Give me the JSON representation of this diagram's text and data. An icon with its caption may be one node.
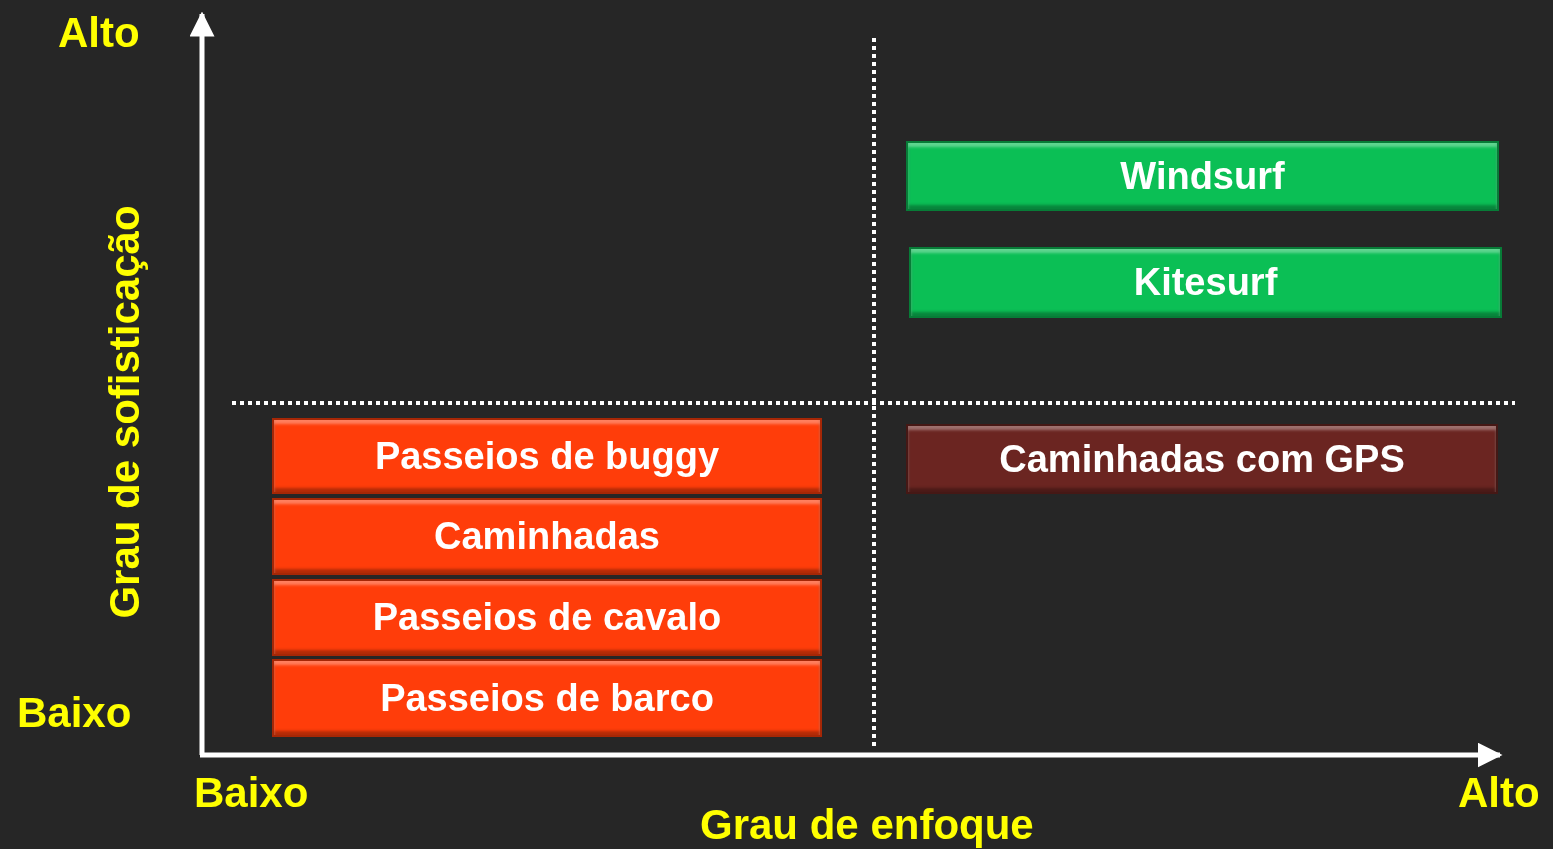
{
  "diagram": {
    "nodes": [
      {
        "text": [
          "Windsurf"
        ]
      },
      {
        "text": [
          "Kitesurf"
        ]
      },
      {
        "text": [
          "Passeios de buggy"
        ]
      },
      {
        "text": [
          "Caminhadas com GPS"
        ]
      },
      {
        "text": [
          "Caminhadas"
        ]
      },
      {
        "text": [
          "Passeios de cavalo"
        ]
      },
      {
        "text": [
          "Passeios de barco"
        ]
      }
    ],
    "labels": [
      "Alto",
      "Grau de sofisticação",
      "Baixo",
      "Baixo",
      "Grau de enfoque",
      "Alto"
    ]
  }
}
